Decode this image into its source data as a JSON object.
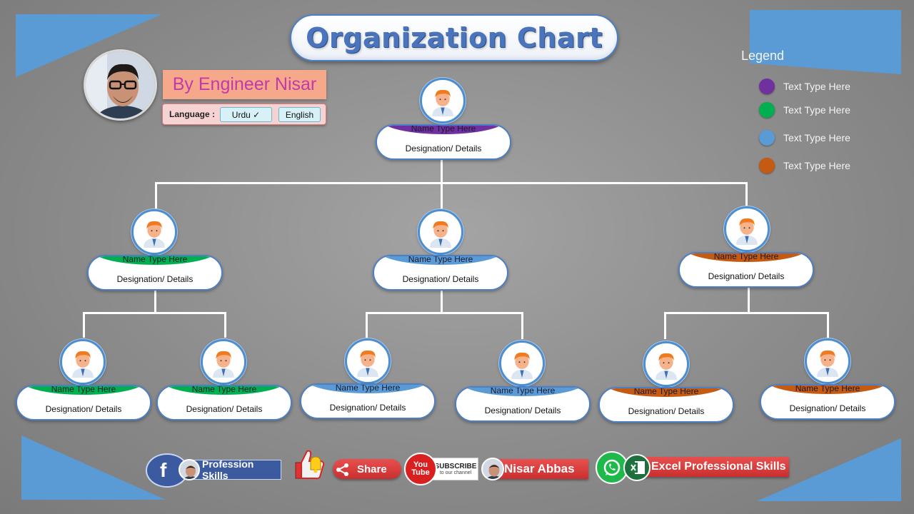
{
  "title": "Organization Chart",
  "author": {
    "by_line": "By Engineer Nisar",
    "language_label": "Language :",
    "lang_urdu": "Urdu ✓",
    "lang_english": "English"
  },
  "legend": {
    "title": "Legend",
    "items": [
      {
        "label": "Text Type Here",
        "color": "#7030a0"
      },
      {
        "label": "Text Type Here",
        "color": "#00b050"
      },
      {
        "label": "Text Type Here",
        "color": "#5b9bd5"
      },
      {
        "label": "Text Type Here",
        "color": "#c55a11"
      }
    ]
  },
  "org": {
    "top": {
      "name": "Name Type Here",
      "designation": "Designation/ Details",
      "color": "#7030a0"
    },
    "level2": [
      {
        "name": "Name Type Here",
        "designation": "Designation/ Details",
        "color": "#00b050"
      },
      {
        "name": "Name Type Here",
        "designation": "Designation/ Details",
        "color": "#5b9bd5"
      },
      {
        "name": "Name Type Here",
        "designation": "Designation/ Details",
        "color": "#c55a11"
      }
    ],
    "level3": [
      {
        "name": "Name Type Here",
        "designation": "Designation/ Details",
        "color": "#00b050"
      },
      {
        "name": "Name Type Here",
        "designation": "Designation/ Details",
        "color": "#00b050"
      },
      {
        "name": "Name Type Here",
        "designation": "Designation/ Details",
        "color": "#5b9bd5"
      },
      {
        "name": "Name Type Here",
        "designation": "Designation/ Details",
        "color": "#5b9bd5"
      },
      {
        "name": "Name Type Here",
        "designation": "Designation/ Details",
        "color": "#c55a11"
      },
      {
        "name": "Name Type Here",
        "designation": "Designation/ Details",
        "color": "#c55a11"
      }
    ]
  },
  "social": {
    "facebook_glyph": "f",
    "facebook_label": "Profession Skills",
    "share_label": "Share",
    "youtube_you": "You",
    "youtube_tube": "Tube",
    "subscribe_label": "SUBSCRIBE",
    "subscribe_sub": "to our channel",
    "channel_name": "Nisar Abbas",
    "whatsapp_label": "Excel Professional Skills"
  },
  "colors": {
    "accent_blue": "#4d7fc4",
    "triangle_blue": "#5b9bd5"
  }
}
